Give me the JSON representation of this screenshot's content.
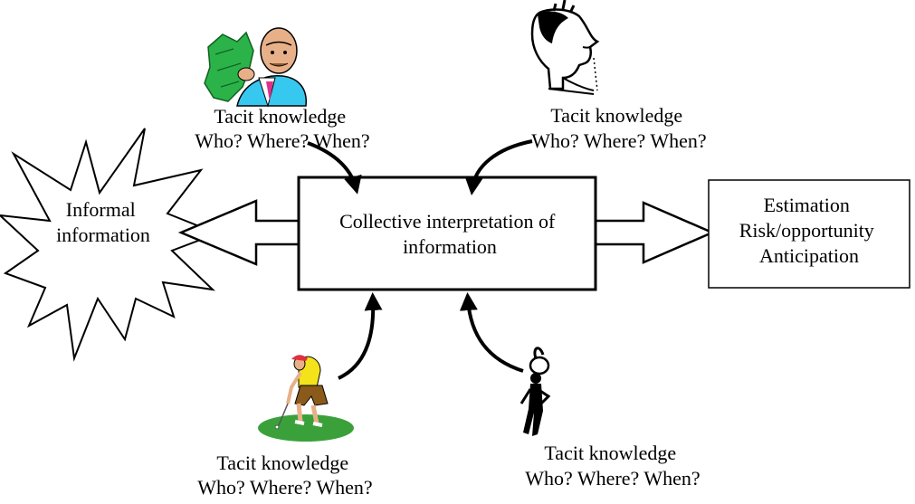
{
  "diagram": {
    "center_box": {
      "lines": [
        "Collective interpretation of",
        "information"
      ]
    },
    "informal_burst": {
      "lines": [
        "Informal",
        "information"
      ]
    },
    "output_box": {
      "lines": [
        "Estimation",
        "Risk/opportunity",
        "Anticipation"
      ]
    },
    "tacit_labels": [
      {
        "line1": "Tacit knowledge",
        "line2": "Who? Where? When?"
      },
      {
        "line1": "Tacit knowledge",
        "line2": "Who? Where? When?"
      },
      {
        "line1": "Tacit knowledge",
        "line2": "Who? Where? When?"
      },
      {
        "line1": "Tacit knowledge",
        "line2": "Who? Where? When?"
      }
    ],
    "clipart": [
      "money-man-icon",
      "thinking-man-icon",
      "golfer-icon",
      "thinker-silhouette-icon"
    ],
    "colors": {
      "money_green": "#2bb34a",
      "shirt_cyan": "#37c8f0",
      "golf_green": "#3aa13a",
      "golfer_yellow": "#f4e21a",
      "skin": "#e8b088"
    }
  }
}
